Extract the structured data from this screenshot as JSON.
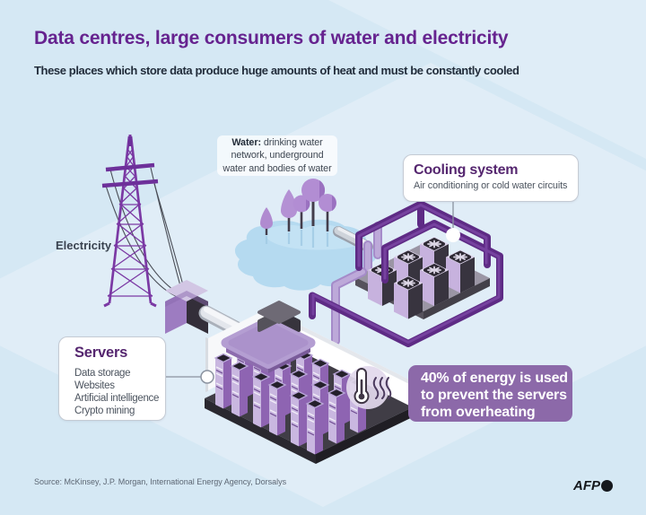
{
  "page": {
    "title": "Data centres, large consumers of water and electricity",
    "subtitle": "These places which store data produce huge amounts of heat and must be constantly cooled",
    "source": "Source: McKinsey, J.P. Morgan, International Energy Agency, Dorsalys",
    "brand": "AFP"
  },
  "labels": {
    "electricity": "Electricity",
    "water_bold": "Water:",
    "water_rest": " drinking water network, underground water and bodies of water"
  },
  "callouts": {
    "cooling": {
      "title": "Cooling system",
      "body": "Air conditioning or cold water circuits"
    },
    "servers": {
      "title": "Servers",
      "items": [
        "Data storage",
        "Websites",
        "Artificial intelligence",
        "Crypto mining"
      ]
    },
    "energy": {
      "lines": [
        "40% of energy is used",
        "to prevent the servers",
        "from overheating"
      ]
    }
  },
  "icons": {
    "thermometer": "thermometer-heat-icon",
    "fan": "cooling-fan-icon",
    "afp_dot": "afp-logo-dot"
  },
  "colors": {
    "background": "#d8e9f4",
    "ground_plane": "#e7f1f9",
    "accent_purple": "#61248c",
    "badge_purple": "#8c69a9",
    "pipe_dark": "#5e2b85",
    "pipe_light": "#b7a0d6",
    "pond_blue": "#b5daf0",
    "text_dark": "#222d3b",
    "text_gray": "#4c545f",
    "white": "#ffffff"
  }
}
